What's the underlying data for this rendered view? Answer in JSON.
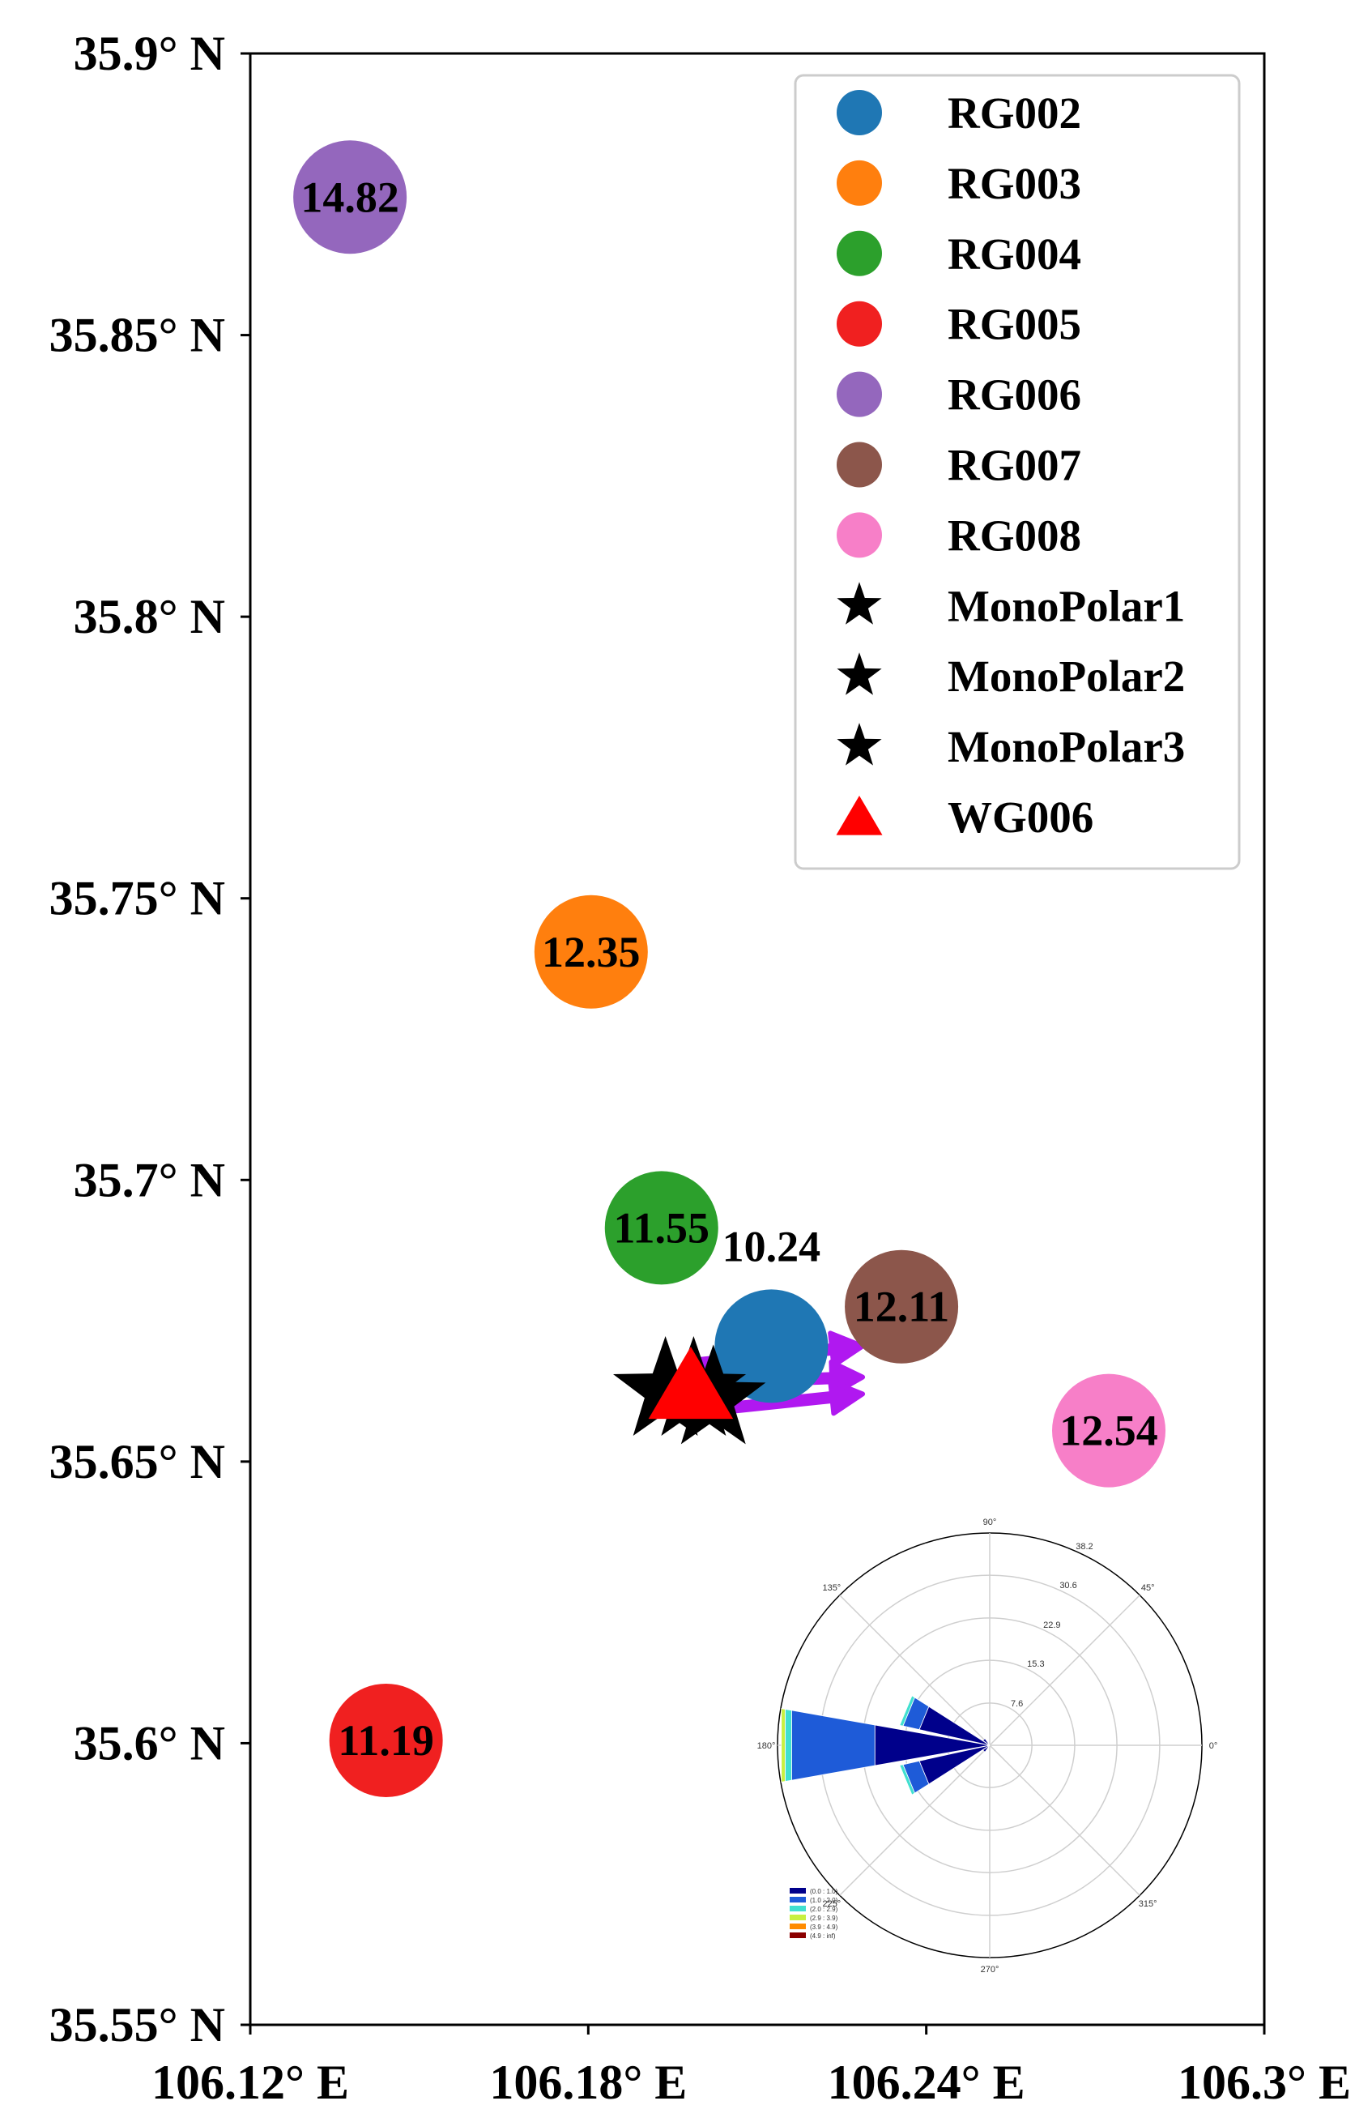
{
  "chart_data": {
    "type": "scatter",
    "xlim": [
      106.12,
      106.3
    ],
    "ylim": [
      35.55,
      35.9
    ],
    "x_ticks": [
      106.12,
      106.18,
      106.24,
      106.3
    ],
    "x_tick_labels": [
      "106.12° E",
      "106.18° E",
      "106.24° E",
      "106.3° E"
    ],
    "y_ticks": [
      35.9,
      35.85,
      35.8,
      35.75,
      35.7,
      35.65,
      35.6,
      35.55
    ],
    "y_tick_labels": [
      "35.9° N",
      "35.85° N",
      "35.8° N",
      "35.75° N",
      "35.7° N",
      "35.65° N",
      "35.6° N",
      "35.55° N"
    ],
    "grid": false,
    "legend_position": "top-right",
    "series": [
      {
        "name": "RG002",
        "marker": "circle",
        "color": "#1f77b4",
        "x": 106.2125,
        "y": 35.6705,
        "label": "10.24",
        "label_pos": "above"
      },
      {
        "name": "RG003",
        "marker": "circle",
        "color": "#ff7f0e",
        "x": 106.1805,
        "y": 35.7405,
        "label": "12.35"
      },
      {
        "name": "RG004",
        "marker": "circle",
        "color": "#2ca02c",
        "x": 106.193,
        "y": 35.6915,
        "label": "11.55"
      },
      {
        "name": "RG005",
        "marker": "circle",
        "color": "#f02020",
        "x": 106.1441,
        "y": 35.6005,
        "label": "11.19"
      },
      {
        "name": "RG006",
        "marker": "circle",
        "color": "#9467bd",
        "x": 106.1377,
        "y": 35.8745,
        "label": "14.82"
      },
      {
        "name": "RG007",
        "marker": "circle",
        "color": "#8c564b",
        "x": 106.2356,
        "y": 35.6775,
        "label": "12.11"
      },
      {
        "name": "RG008",
        "marker": "circle",
        "color": "#f77fc8",
        "x": 106.2724,
        "y": 35.6555,
        "label": "12.54"
      },
      {
        "name": "MonoPolar1",
        "marker": "star",
        "color": "#000000",
        "x": 106.1937,
        "y": 35.6625
      },
      {
        "name": "MonoPolar2",
        "marker": "star",
        "color": "#000000",
        "x": 106.1987,
        "y": 35.6625
      },
      {
        "name": "MonoPolar3",
        "marker": "star",
        "color": "#000000",
        "x": 106.2022,
        "y": 35.661
      },
      {
        "name": "WG006",
        "marker": "triangle",
        "color": "#ff0000",
        "x": 106.1982,
        "y": 35.6625
      }
    ],
    "arrows": [
      {
        "color": "#b018f0",
        "x0": 106.2,
        "y0": 35.6675,
        "x1": 106.2287,
        "y1": 35.6705
      },
      {
        "color": "#b018f0",
        "x0": 106.2,
        "y0": 35.664,
        "x1": 106.2287,
        "y1": 35.665
      },
      {
        "color": "#b018f0",
        "x0": 106.2,
        "y0": 35.659,
        "x1": 106.2287,
        "y1": 35.662
      }
    ],
    "inset_wind_rose": {
      "type": "polar-bar",
      "angle_labels": [
        "0°",
        "45°",
        "90°",
        "135°",
        "180°",
        "225°",
        "270°",
        "315°"
      ],
      "radial_labels": [
        "7.6",
        "15.3",
        "22.9",
        "30.6",
        "38.2"
      ],
      "rmax": 38.2,
      "bins": [
        "(0.0 : 1.0)",
        "(1.0 : 2.0)",
        "(2.0 : 2.9)",
        "(2.9 : 3.9)",
        "(3.9 : 4.9)",
        "(4.9 : inf)"
      ],
      "bin_colors": [
        "#00008b",
        "#1e5bd8",
        "#40e0d0",
        "#c8f040",
        "#ff8c00",
        "#8b0000"
      ],
      "petals": [
        {
          "direction": 180,
          "stack": [
            21.0,
            15.2,
            1.2,
            0.7
          ]
        },
        {
          "direction": 157.5,
          "stack": [
            13.0,
            3.0,
            0.6
          ]
        },
        {
          "direction": 202.5,
          "stack": [
            13.0,
            3.0,
            0.6
          ]
        },
        {
          "direction": 135,
          "stack": [
            1.5
          ]
        },
        {
          "direction": 225,
          "stack": [
            1.5
          ]
        }
      ]
    }
  }
}
